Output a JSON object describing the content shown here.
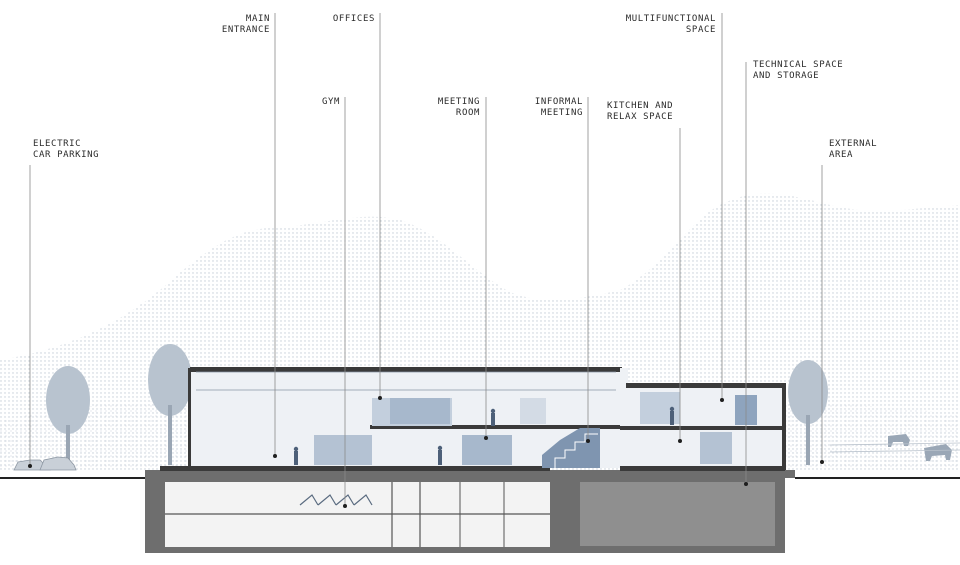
{
  "labels": {
    "electric_car_parking": [
      "ELECTRIC",
      "CAR PARKING"
    ],
    "main_entrance": [
      "MAIN",
      "ENTRANCE"
    ],
    "offices": [
      "OFFICES"
    ],
    "gym": [
      "GYM"
    ],
    "meeting_room": [
      "MEETING",
      "ROOM"
    ],
    "informal_meeting": [
      "INFORMAL",
      "MEETING"
    ],
    "kitchen_relax": [
      "KITCHEN AND",
      "RELAX SPACE"
    ],
    "multifunctional": [
      "MULTIFUNCTIONAL",
      "SPACE"
    ],
    "technical_storage": [
      "TECHNICAL SPACE",
      "AND STORAGE"
    ],
    "external_area": [
      "EXTERNAL",
      "AREA"
    ]
  },
  "colors": {
    "leader_line": "#8a8a8a",
    "hill_dots": "#c9d1da",
    "building_section": "#3a3a3a",
    "interior_blue": "#9fb2c9",
    "basement_fill": "#8e8e8e",
    "ground": "#222222"
  }
}
